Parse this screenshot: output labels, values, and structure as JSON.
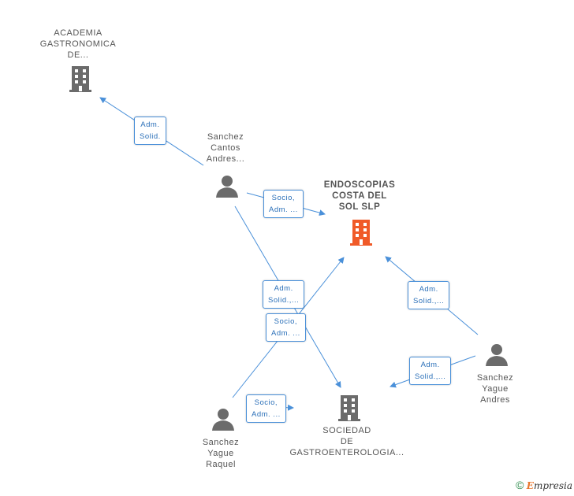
{
  "nodes": {
    "academia": {
      "lines": [
        "ACADEMIA",
        "GASTRONOMICA",
        "DE..."
      ]
    },
    "endoscopias": {
      "lines": [
        "ENDOSCOPIAS",
        "COSTA DEL",
        "SOL  SLP"
      ]
    },
    "sociedad": {
      "lines": [
        "SOCIEDAD",
        "DE",
        "GASTROENTEROLOGIA..."
      ]
    },
    "sanchez_cantos": {
      "lines": [
        "Sanchez",
        "Cantos",
        "Andres..."
      ]
    },
    "sanchez_yague_andres": {
      "lines": [
        "Sanchez",
        "Yague",
        "Andres"
      ]
    },
    "sanchez_yague_raquel": {
      "lines": [
        "Sanchez",
        "Yague",
        "Raquel"
      ]
    }
  },
  "badges": {
    "b1": {
      "lines": [
        "Adm.",
        "Solid."
      ]
    },
    "b2": {
      "lines": [
        "Socio,",
        "Adm. ..."
      ]
    },
    "b3": {
      "lines": [
        "Adm.",
        "Solid.,..."
      ]
    },
    "b4": {
      "lines": [
        "Socio,",
        "Adm. ..."
      ]
    },
    "b5": {
      "lines": [
        "Adm.",
        "Solid.,..."
      ]
    },
    "b6": {
      "lines": [
        "Adm.",
        "Solid.,..."
      ]
    },
    "b7": {
      "lines": [
        "Socio,",
        "Adm. ..."
      ]
    }
  },
  "colors": {
    "company": "#6b6b6b",
    "company_main": "#f05a28",
    "person": "#6b6b6b",
    "edge": "#4a90d9"
  },
  "footer": {
    "copyright": "©",
    "brand_first": "E",
    "brand_rest": "mpresia"
  }
}
